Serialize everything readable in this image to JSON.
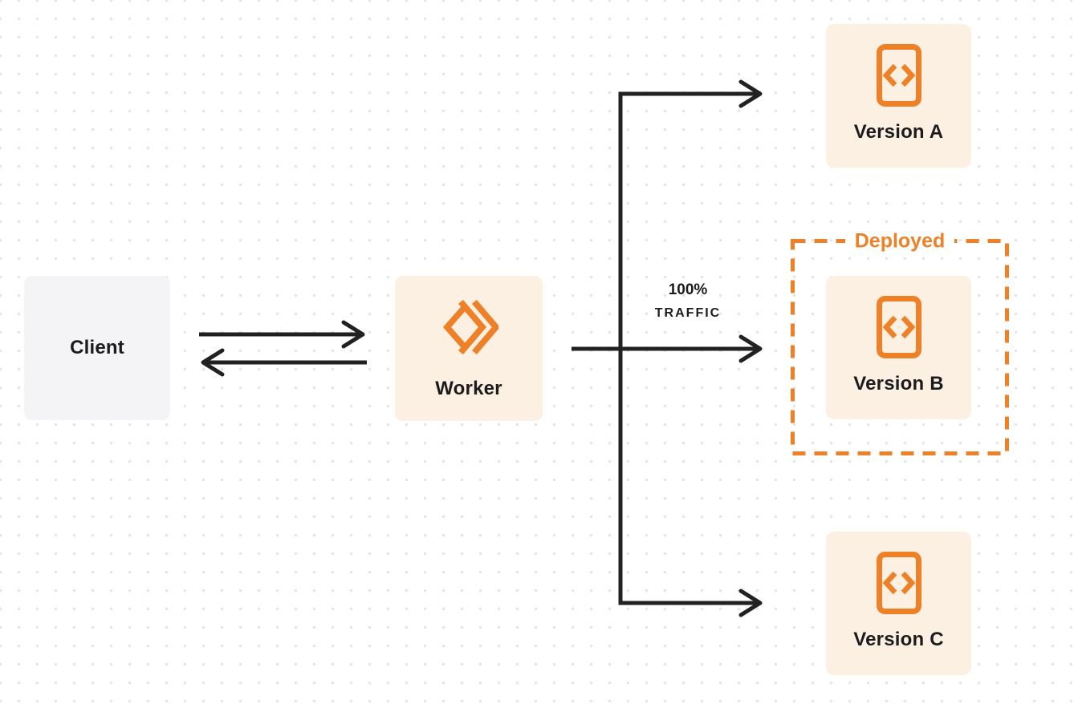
{
  "colors": {
    "canvas_bg": "#ffffff",
    "dot_grid": "#e4e4e6",
    "client_node_bg": "#f4f4f6",
    "accent_bg": "#fbf0e1",
    "accent_orange": "#ee8128",
    "arrow": "#212121",
    "text": "#1c1c1e"
  },
  "nodes": {
    "client": {
      "label": "Client"
    },
    "worker": {
      "label": "Worker",
      "icon": "cloudflare-workers-icon"
    },
    "versions": [
      {
        "label": "Version A",
        "icon": "code-file-icon"
      },
      {
        "label": "Version B",
        "icon": "code-file-icon",
        "deployed": true
      },
      {
        "label": "Version C",
        "icon": "code-file-icon"
      }
    ]
  },
  "annotations": {
    "deployed": "Deployed",
    "traffic": {
      "line1": "100%",
      "line2": "TRAFFIC"
    }
  }
}
